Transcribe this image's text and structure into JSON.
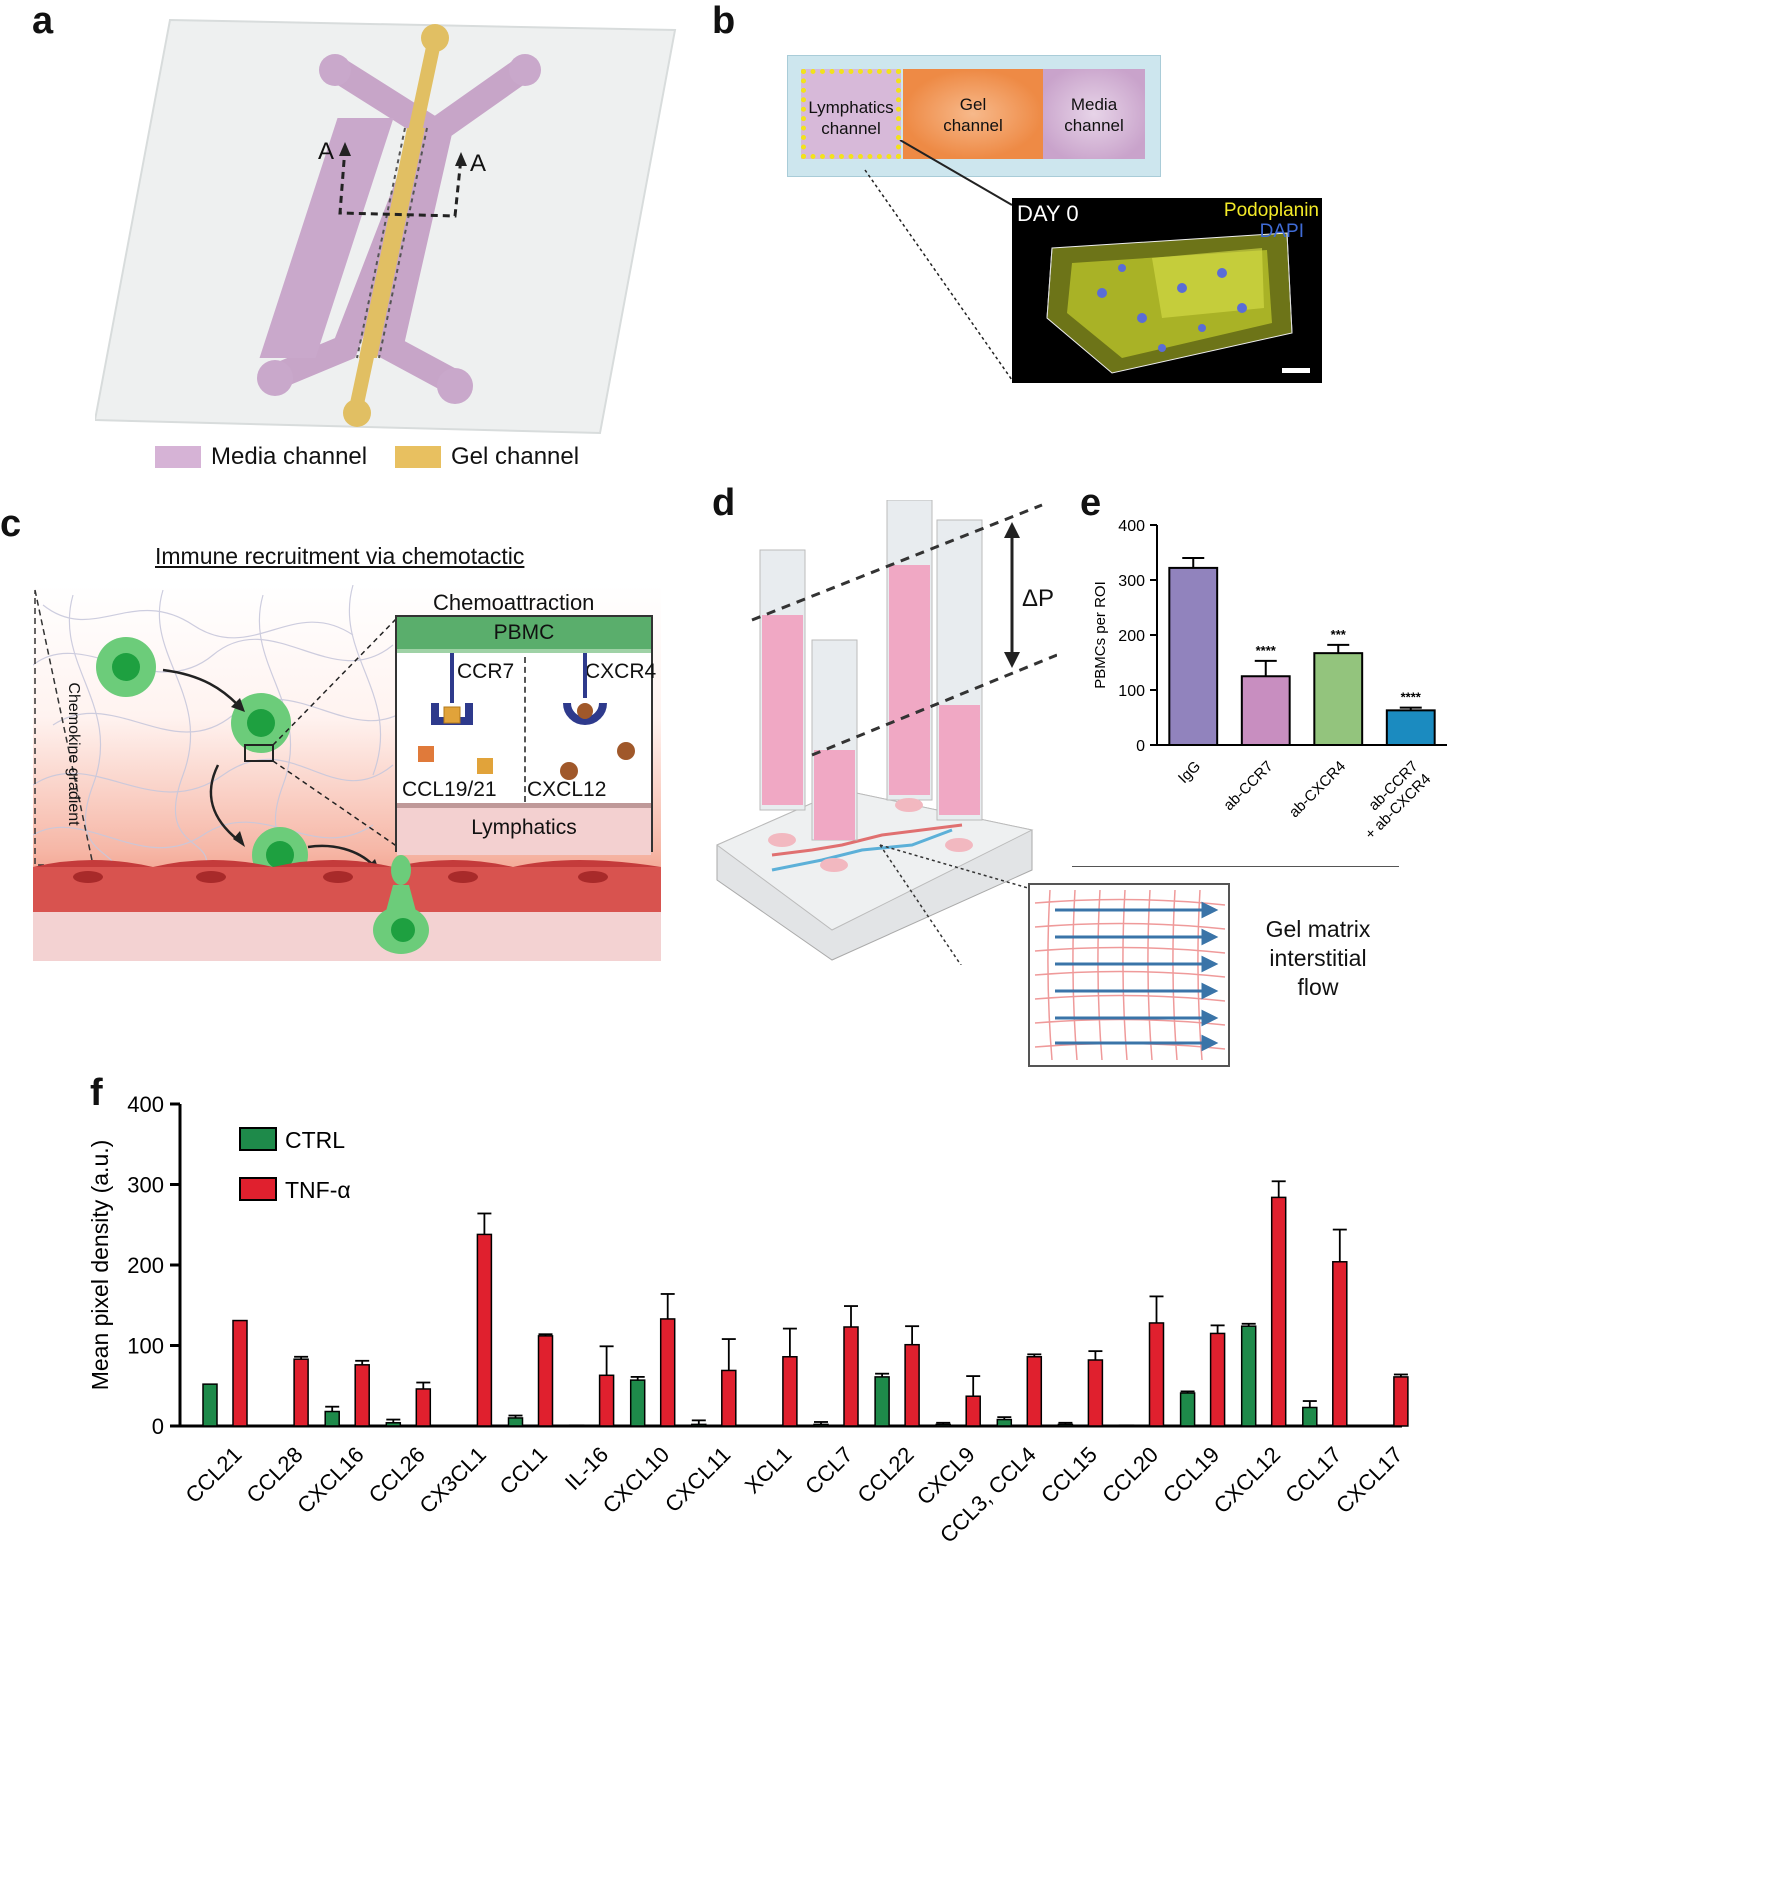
{
  "panels": {
    "a": {
      "letter": "a",
      "arrow_label_left": "A",
      "arrow_label_right": "A",
      "legend": [
        {
          "label": "Media channel",
          "color": "#d6b3d6"
        },
        {
          "label": "Gel channel",
          "color": "#e8c060"
        }
      ]
    },
    "b": {
      "letter": "b",
      "channels": [
        {
          "label1": "Lymphatics",
          "label2": "channel"
        },
        {
          "label1": "Gel",
          "label2": "channel"
        },
        {
          "label1": "Media",
          "label2": "channel"
        }
      ],
      "micro_day": "DAY 0",
      "stain_1": "Podoplanin",
      "stain_2": "DAPI"
    },
    "c": {
      "letter": "c",
      "title": "Immune recruitment via chemotactic",
      "gradient_label": "Chemokine gradient",
      "inset_title": "Chemoattraction",
      "pbmc": "PBMC",
      "receptor_1": "CCR7",
      "receptor_2": "CXCR4",
      "ligand_1": "CCL19/21",
      "ligand_2": "CXCL12",
      "lymphatics": "Lymphatics"
    },
    "d": {
      "letter": "d",
      "pressure_label": "ΔP",
      "flow_label_1": "Gel matrix",
      "flow_label_2": "interstitial",
      "flow_label_3": "flow"
    },
    "e": {
      "letter": "e"
    },
    "f": {
      "letter": "f"
    }
  },
  "chart_data": [
    {
      "type": "bar",
      "panel": "e",
      "ylabel": "PBMCs per ROI",
      "ylim": [
        0,
        400
      ],
      "yticks": [
        0,
        100,
        200,
        300,
        400
      ],
      "categories": [
        "IgG",
        "ab-CCR7",
        "ab-CXCR4",
        "ab-CCR7\n+ ab-CXCR4"
      ],
      "values": [
        322,
        125,
        167,
        63
      ],
      "errors": [
        18,
        28,
        15,
        5
      ],
      "significance": [
        "",
        "****",
        "***",
        "****"
      ],
      "colors": [
        "#9183bd",
        "#c88ec0",
        "#93c47d",
        "#1b8bc0"
      ]
    },
    {
      "type": "bar",
      "panel": "f",
      "ylabel": "Mean pixel density (a.u.)",
      "ylim": [
        0,
        400
      ],
      "yticks": [
        0,
        100,
        200,
        300,
        400
      ],
      "categories": [
        "CCL21",
        "CCL28",
        "CXCL16",
        "CCL26",
        "CX3CL1",
        "CCL1",
        "IL-16",
        "CXCL10",
        "CXCL11",
        "XCL1",
        "CCL7",
        "CCL22",
        "CXCL9",
        "CCL3, CCL4",
        "CCL15",
        "CCL20",
        "CCL19",
        "CXCL12",
        "CCL17",
        "CXCL17"
      ],
      "series": [
        {
          "name": "CTRL",
          "color": "#1e8a4a",
          "values": [
            52,
            0,
            18,
            4,
            0,
            10,
            1,
            57,
            2,
            0,
            2,
            61,
            2,
            8,
            2,
            1,
            41,
            124,
            23,
            0
          ],
          "errors": [
            0,
            0,
            6,
            4,
            0,
            3,
            0,
            4,
            5,
            0,
            3,
            4,
            2,
            3,
            2,
            0,
            2,
            3,
            8,
            0
          ]
        },
        {
          "name": "TNF-α",
          "color": "#e0202e",
          "values": [
            131,
            83,
            76,
            46,
            238,
            112,
            63,
            133,
            69,
            86,
            123,
            101,
            37,
            86,
            82,
            128,
            115,
            284,
            204,
            61
          ],
          "errors": [
            0,
            3,
            5,
            8,
            26,
            2,
            36,
            31,
            39,
            35,
            26,
            23,
            25,
            3,
            11,
            33,
            10,
            20,
            40,
            3
          ]
        }
      ]
    }
  ]
}
